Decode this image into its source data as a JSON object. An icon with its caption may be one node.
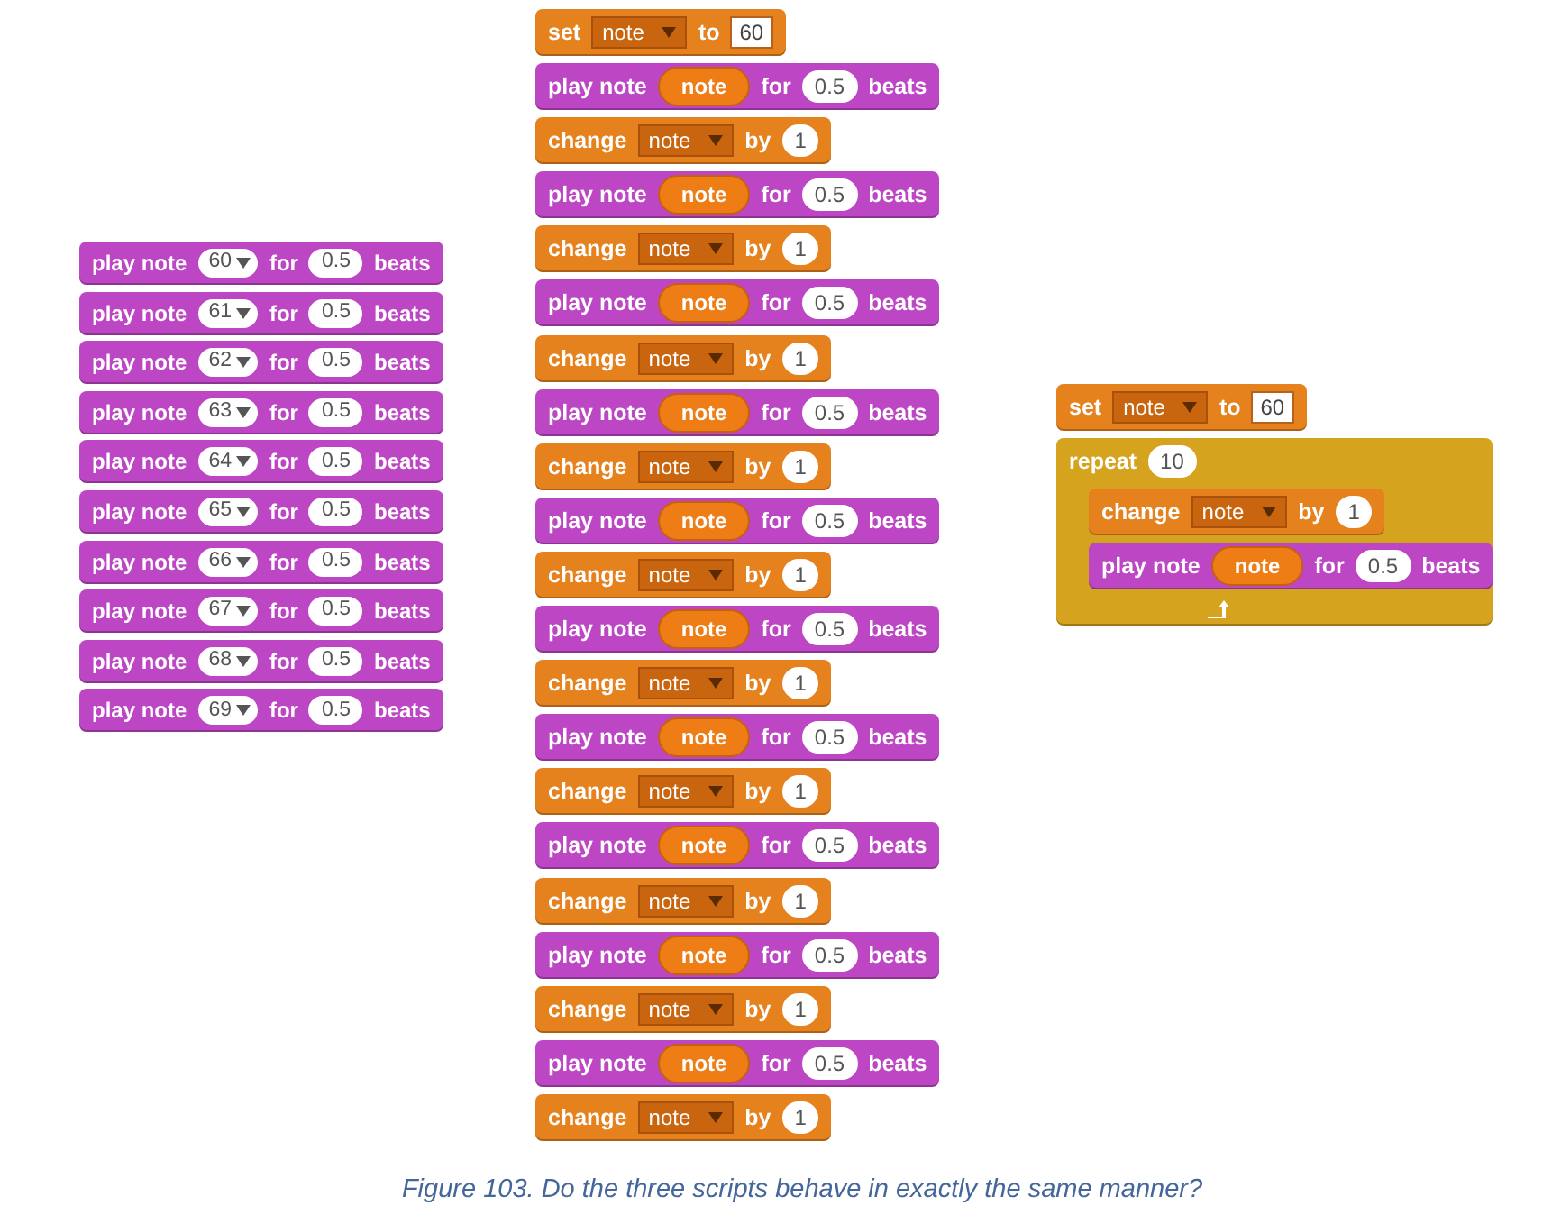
{
  "diagram": {
    "caption": "Figure 103. Do the three scripts behave in exactly the same manner?",
    "nodes": [
      {
        "text": [
          "play note",
          "for",
          "beats"
        ]
      },
      {
        "text": [
          "60"
        ],
        "in": 0
      },
      {
        "text": [
          "0.5"
        ],
        "in": 0
      },
      {
        "text": [
          "play note",
          "for",
          "beats"
        ]
      },
      {
        "text": [
          "61"
        ],
        "in": 3
      },
      {
        "text": [
          "0.5"
        ],
        "in": 3
      },
      {
        "text": [
          "play note",
          "for",
          "beats"
        ]
      },
      {
        "text": [
          "62"
        ],
        "in": 6
      },
      {
        "text": [
          "0.5"
        ],
        "in": 6
      },
      {
        "text": [
          "play note",
          "for",
          "beats"
        ]
      },
      {
        "text": [
          "63"
        ],
        "in": 9
      },
      {
        "text": [
          "0.5"
        ],
        "in": 9
      },
      {
        "text": [
          "play note",
          "for",
          "beats"
        ]
      },
      {
        "text": [
          "64"
        ],
        "in": 12
      },
      {
        "text": [
          "0.5"
        ],
        "in": 12
      },
      {
        "text": [
          "play note",
          "for",
          "beats"
        ]
      },
      {
        "text": [
          "65"
        ],
        "in": 15
      },
      {
        "text": [
          "0.5"
        ],
        "in": 15
      },
      {
        "text": [
          "play note",
          "for",
          "beats"
        ]
      },
      {
        "text": [
          "66"
        ],
        "in": 18
      },
      {
        "text": [
          "0.5"
        ],
        "in": 18
      },
      {
        "text": [
          "play note",
          "for",
          "beats"
        ]
      },
      {
        "text": [
          "67"
        ],
        "in": 21
      },
      {
        "text": [
          "0.5"
        ],
        "in": 21
      },
      {
        "text": [
          "play note",
          "for",
          "beats"
        ]
      },
      {
        "text": [
          "68"
        ],
        "in": 24
      },
      {
        "text": [
          "0.5"
        ],
        "in": 24
      },
      {
        "text": [
          "play note",
          "for",
          "beats"
        ]
      },
      {
        "text": [
          "69"
        ],
        "in": 27
      },
      {
        "text": [
          "0.5"
        ],
        "in": 27
      },
      {
        "text": [
          "set",
          "to"
        ]
      },
      {
        "text": [
          "note"
        ],
        "in": 30
      },
      {
        "text": [
          "60"
        ],
        "in": 30
      },
      {
        "text": [
          "play note",
          "for",
          "beats"
        ]
      },
      {
        "text": [
          "note"
        ],
        "in": 33
      },
      {
        "text": [
          "0.5"
        ],
        "in": 33
      },
      {
        "text": [
          "change",
          "by"
        ]
      },
      {
        "text": [
          "note"
        ],
        "in": 36
      },
      {
        "text": [
          "1"
        ],
        "in": 36
      },
      {
        "text": [
          "play note",
          "for",
          "beats"
        ]
      },
      {
        "text": [
          "note"
        ],
        "in": 39
      },
      {
        "text": [
          "0.5"
        ],
        "in": 39
      },
      {
        "text": [
          "change",
          "by"
        ]
      },
      {
        "text": [
          "note"
        ],
        "in": 42
      },
      {
        "text": [
          "1"
        ],
        "in": 42
      },
      {
        "text": [
          "play note",
          "for",
          "beats"
        ]
      },
      {
        "text": [
          "note"
        ],
        "in": 45
      },
      {
        "text": [
          "0.5"
        ],
        "in": 45
      },
      {
        "text": [
          "change",
          "by"
        ]
      },
      {
        "text": [
          "note"
        ],
        "in": 48
      },
      {
        "text": [
          "1"
        ],
        "in": 48
      },
      {
        "text": [
          "play note",
          "for",
          "beats"
        ]
      },
      {
        "text": [
          "note"
        ],
        "in": 51
      },
      {
        "text": [
          "0.5"
        ],
        "in": 51
      },
      {
        "text": [
          "change",
          "by"
        ]
      },
      {
        "text": [
          "note"
        ],
        "in": 54
      },
      {
        "text": [
          "1"
        ],
        "in": 54
      },
      {
        "text": [
          "play note",
          "for",
          "beats"
        ]
      },
      {
        "text": [
          "note"
        ],
        "in": 57
      },
      {
        "text": [
          "0.5"
        ],
        "in": 57
      },
      {
        "text": [
          "change",
          "by"
        ]
      },
      {
        "text": [
          "note"
        ],
        "in": 60
      },
      {
        "text": [
          "1"
        ],
        "in": 60
      },
      {
        "text": [
          "play note",
          "for",
          "beats"
        ]
      },
      {
        "text": [
          "note"
        ],
        "in": 63
      },
      {
        "text": [
          "0.5"
        ],
        "in": 63
      },
      {
        "text": [
          "change",
          "by"
        ]
      },
      {
        "text": [
          "note"
        ],
        "in": 66
      },
      {
        "text": [
          "1"
        ],
        "in": 66
      },
      {
        "text": [
          "play note",
          "for",
          "beats"
        ]
      },
      {
        "text": [
          "note"
        ],
        "in": 69
      },
      {
        "text": [
          "0.5"
        ],
        "in": 69
      },
      {
        "text": [
          "change",
          "by"
        ]
      },
      {
        "text": [
          "note"
        ],
        "in": 72
      },
      {
        "text": [
          "1"
        ],
        "in": 72
      },
      {
        "text": [
          "play note",
          "for",
          "beats"
        ]
      },
      {
        "text": [
          "note"
        ],
        "in": 75
      },
      {
        "text": [
          "0.5"
        ],
        "in": 75
      },
      {
        "text": [
          "change",
          "by"
        ]
      },
      {
        "text": [
          "note"
        ],
        "in": 78
      },
      {
        "text": [
          "1"
        ],
        "in": 78
      },
      {
        "text": [
          "play note",
          "for",
          "beats"
        ]
      },
      {
        "text": [
          "note"
        ],
        "in": 81
      },
      {
        "text": [
          "0.5"
        ],
        "in": 81
      },
      {
        "text": [
          "change",
          "by"
        ]
      },
      {
        "text": [
          "note"
        ],
        "in": 84
      },
      {
        "text": [
          "1"
        ],
        "in": 84
      },
      {
        "text": [
          "play note",
          "for",
          "beats"
        ]
      },
      {
        "text": [
          "note"
        ],
        "in": 87
      },
      {
        "text": [
          "0.5"
        ],
        "in": 87
      },
      {
        "text": [
          "change",
          "by"
        ]
      },
      {
        "text": [
          "note"
        ],
        "in": 90
      },
      {
        "text": [
          "1"
        ],
        "in": 90
      },
      {
        "text": [
          "set",
          "to"
        ]
      },
      {
        "text": [
          "note"
        ],
        "in": 93
      },
      {
        "text": [
          "60"
        ],
        "in": 93
      },
      {
        "text": [
          "repeat"
        ]
      },
      {
        "text": [
          "10"
        ],
        "in": 96
      },
      {
        "text": [
          "change",
          "by"
        ],
        "in": 96
      },
      {
        "text": [
          "note"
        ],
        "in": 98
      },
      {
        "text": [
          "1"
        ],
        "in": 98
      },
      {
        "text": [
          "play note",
          "for",
          "beats"
        ],
        "in": 96
      },
      {
        "text": [
          "note"
        ],
        "in": 101
      },
      {
        "text": [
          "0.5"
        ],
        "in": 101
      }
    ]
  }
}
